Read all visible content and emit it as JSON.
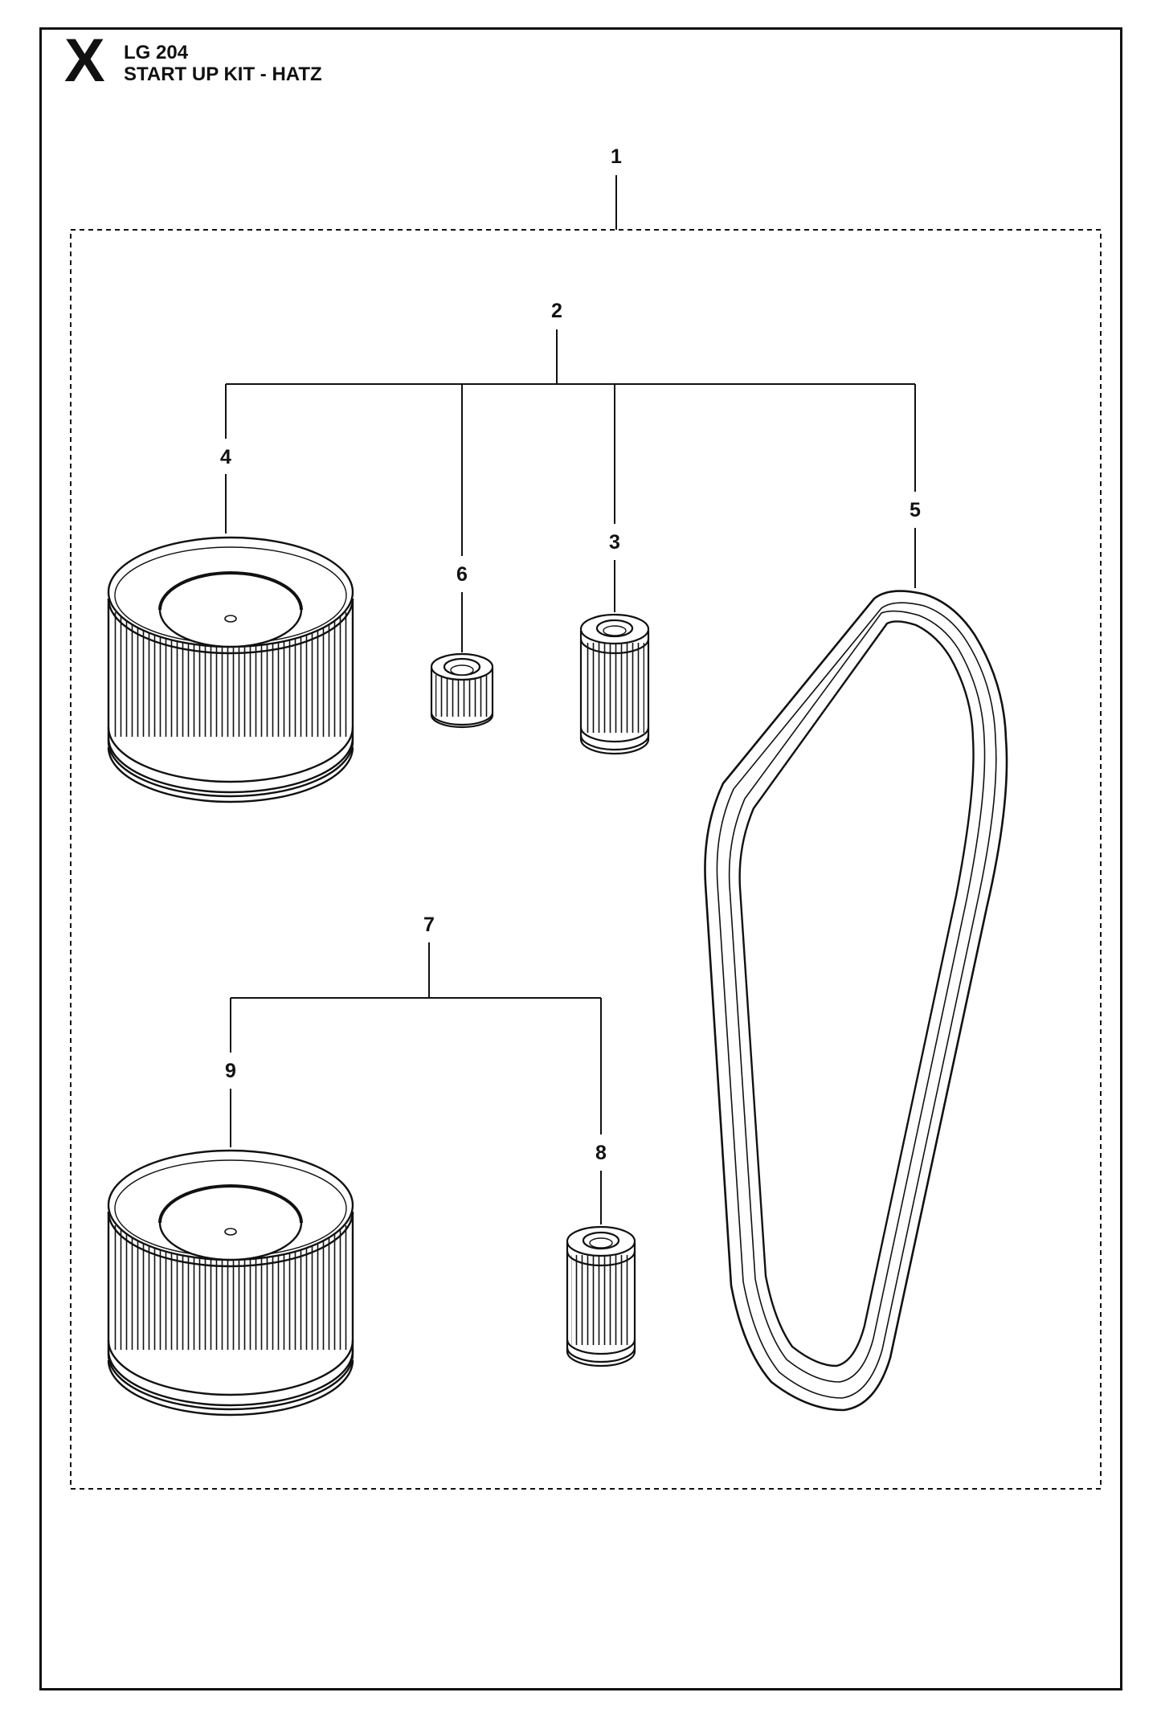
{
  "header": {
    "section_letter": "X",
    "model": "LG 204",
    "title": "START UP KIT - HATZ"
  },
  "callouts": {
    "kit": "1",
    "group_a": "2",
    "part_3": "3",
    "part_4": "4",
    "part_5": "5",
    "part_6": "6",
    "group_b": "7",
    "part_8": "8",
    "part_9": "9"
  }
}
